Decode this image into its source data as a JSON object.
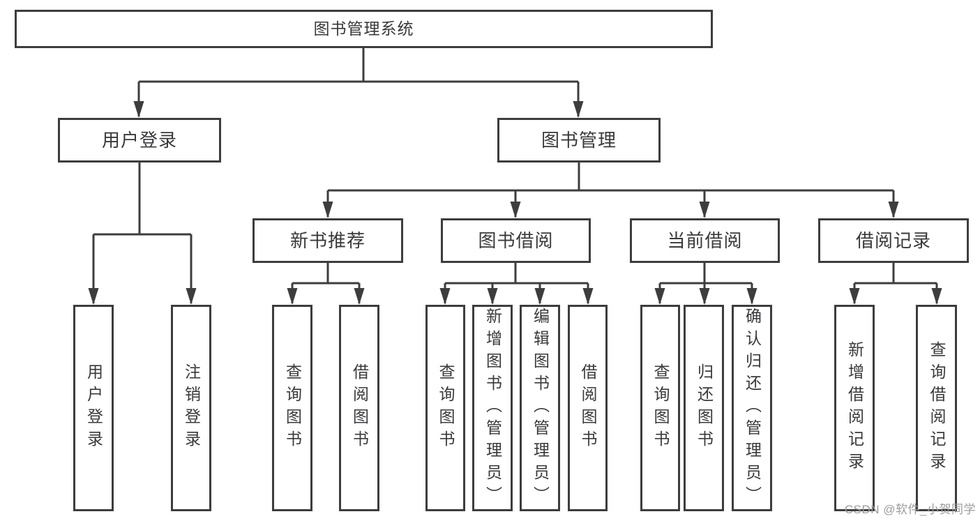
{
  "diagram": {
    "title": "图书管理系统",
    "root": {
      "label": "图书管理系统"
    },
    "level2": [
      {
        "label": "用户登录"
      },
      {
        "label": "图书管理"
      }
    ],
    "level3": [
      {
        "label": "新书推荐",
        "parent": "图书管理"
      },
      {
        "label": "图书借阅",
        "parent": "图书管理"
      },
      {
        "label": "当前借阅",
        "parent": "图书管理"
      },
      {
        "label": "借阅记录",
        "parent": "图书管理"
      }
    ],
    "leaves": [
      {
        "label": "用户登录",
        "parent": "用户登录"
      },
      {
        "label": "注销登录",
        "parent": "用户登录"
      },
      {
        "label": "查询图书",
        "parent": "新书推荐"
      },
      {
        "label": "借阅图书",
        "parent": "新书推荐"
      },
      {
        "label": "查询图书",
        "parent": "图书借阅"
      },
      {
        "label": "新增图书（管理员）",
        "parent": "图书借阅"
      },
      {
        "label": "编辑图书（管理员）",
        "parent": "图书借阅"
      },
      {
        "label": "借阅图书",
        "parent": "图书借阅"
      },
      {
        "label": "查询图书",
        "parent": "当前借阅"
      },
      {
        "label": "归还图书",
        "parent": "当前借阅"
      },
      {
        "label": "确认归还（管理员）",
        "parent": "当前借阅"
      },
      {
        "label": "新增借阅记录",
        "parent": "借阅记录"
      },
      {
        "label": "查询借阅记录",
        "parent": "借阅记录"
      }
    ]
  },
  "watermark": {
    "text": "CSDN @软件_小贺同学"
  },
  "colors": {
    "line": "#3d3d3d",
    "box_border": "#3d3d3d",
    "text": "#39393b",
    "background": "#ffffff",
    "watermark": "#9b9b9b"
  }
}
